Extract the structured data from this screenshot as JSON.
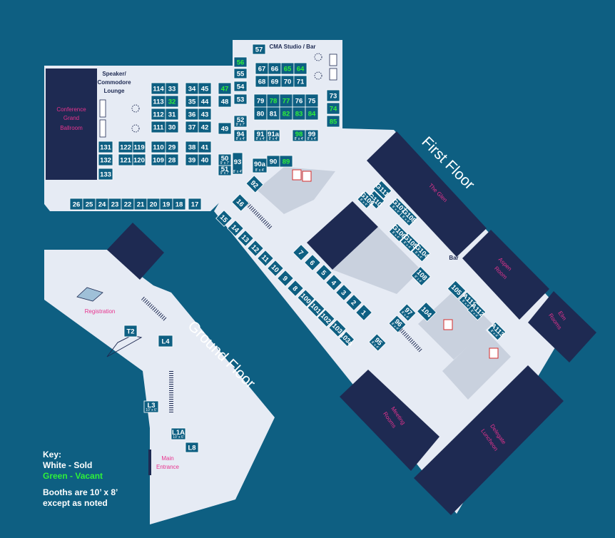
{
  "floors": {
    "first": "First Floor",
    "ground": "Ground Floor"
  },
  "rooms": {
    "conference": [
      "Conference",
      "Grand",
      "Ballroom"
    ],
    "speaker": [
      "Speaker/",
      "Commodore",
      "Lounge"
    ],
    "cma": "CMA Studio / Bar",
    "glen": "The Glen",
    "aspen": [
      "Aspen",
      "Room"
    ],
    "elm": [
      "Elm",
      "Rooms"
    ],
    "meeting": [
      "Meeting",
      "Rooms"
    ],
    "delegate": [
      "Delegate",
      "Luncheon"
    ],
    "registration": "Registration",
    "main_entrance": [
      "Main",
      "Entrance"
    ],
    "bar": "Bar"
  },
  "colors": {
    "background": "#0e5f82",
    "floor": "#e6ebf4",
    "room": "#1e2a52",
    "sold": "#ffffff",
    "vacant": "#2ef03a",
    "label": "#e8338e"
  },
  "booths": [
    {
      "id": "57",
      "status": "sold"
    },
    {
      "id": "56",
      "status": "vacant"
    },
    {
      "id": "55",
      "status": "sold"
    },
    {
      "id": "54",
      "status": "sold"
    },
    {
      "id": "53",
      "status": "sold"
    },
    {
      "id": "67",
      "status": "sold"
    },
    {
      "id": "66",
      "status": "sold"
    },
    {
      "id": "65",
      "status": "vacant"
    },
    {
      "id": "64",
      "status": "vacant"
    },
    {
      "id": "68",
      "status": "sold"
    },
    {
      "id": "69",
      "status": "sold"
    },
    {
      "id": "70",
      "status": "sold"
    },
    {
      "id": "71",
      "status": "sold"
    },
    {
      "id": "79",
      "status": "sold"
    },
    {
      "id": "78",
      "status": "vacant"
    },
    {
      "id": "77",
      "status": "vacant"
    },
    {
      "id": "76",
      "status": "sold"
    },
    {
      "id": "75",
      "status": "sold"
    },
    {
      "id": "80",
      "status": "sold"
    },
    {
      "id": "81",
      "status": "sold"
    },
    {
      "id": "82",
      "status": "vacant"
    },
    {
      "id": "83",
      "status": "vacant"
    },
    {
      "id": "84",
      "status": "vacant"
    },
    {
      "id": "73",
      "status": "sold"
    },
    {
      "id": "74",
      "status": "vacant"
    },
    {
      "id": "85",
      "status": "vacant"
    },
    {
      "id": "114",
      "status": "sold"
    },
    {
      "id": "33",
      "status": "sold"
    },
    {
      "id": "34",
      "status": "sold"
    },
    {
      "id": "45",
      "status": "sold"
    },
    {
      "id": "47",
      "status": "vacant"
    },
    {
      "id": "113",
      "status": "sold"
    },
    {
      "id": "32",
      "status": "vacant"
    },
    {
      "id": "35",
      "status": "sold"
    },
    {
      "id": "44",
      "status": "sold"
    },
    {
      "id": "48",
      "status": "sold"
    },
    {
      "id": "112",
      "status": "sold"
    },
    {
      "id": "31",
      "status": "sold"
    },
    {
      "id": "36",
      "status": "sold"
    },
    {
      "id": "43",
      "status": "sold"
    },
    {
      "id": "111",
      "status": "sold"
    },
    {
      "id": "30",
      "status": "sold"
    },
    {
      "id": "37",
      "status": "sold"
    },
    {
      "id": "42",
      "status": "sold"
    },
    {
      "id": "49",
      "status": "sold"
    },
    {
      "id": "52",
      "status": "sold",
      "size": "9' x 7'"
    },
    {
      "id": "94",
      "status": "sold",
      "size": "8' x 4'"
    },
    {
      "id": "91",
      "status": "sold",
      "size": "8' x 4'"
    },
    {
      "id": "91a",
      "status": "sold",
      "size": "8' x 4'"
    },
    {
      "id": "98",
      "status": "vacant",
      "size": "8' x 4'"
    },
    {
      "id": "99",
      "status": "sold",
      "size": "8' x 4'"
    },
    {
      "id": "131",
      "status": "sold"
    },
    {
      "id": "122",
      "status": "sold"
    },
    {
      "id": "119",
      "status": "sold"
    },
    {
      "id": "110",
      "status": "sold"
    },
    {
      "id": "29",
      "status": "sold"
    },
    {
      "id": "38",
      "status": "sold"
    },
    {
      "id": "41",
      "status": "sold"
    },
    {
      "id": "132",
      "status": "sold"
    },
    {
      "id": "121",
      "status": "sold"
    },
    {
      "id": "120",
      "status": "sold"
    },
    {
      "id": "109",
      "status": "sold"
    },
    {
      "id": "28",
      "status": "sold"
    },
    {
      "id": "39",
      "status": "sold"
    },
    {
      "id": "40",
      "status": "sold"
    },
    {
      "id": "50",
      "status": "sold",
      "size": "9' x 7'"
    },
    {
      "id": "51",
      "status": "sold",
      "size": "9' x 7'"
    },
    {
      "id": "93",
      "status": "sold",
      "size": "8' x 4'"
    },
    {
      "id": "90a",
      "status": "sold",
      "size": "8' x 4'"
    },
    {
      "id": "90",
      "status": "sold"
    },
    {
      "id": "89",
      "status": "vacant"
    },
    {
      "id": "133",
      "status": "sold"
    },
    {
      "id": "26",
      "status": "sold"
    },
    {
      "id": "25",
      "status": "sold"
    },
    {
      "id": "24",
      "status": "sold"
    },
    {
      "id": "23",
      "status": "sold"
    },
    {
      "id": "22",
      "status": "sold"
    },
    {
      "id": "21",
      "status": "sold"
    },
    {
      "id": "20",
      "status": "sold"
    },
    {
      "id": "19",
      "status": "sold"
    },
    {
      "id": "18",
      "status": "sold"
    },
    {
      "id": "17",
      "status": "sold"
    },
    {
      "id": "92",
      "status": "sold"
    },
    {
      "id": "16",
      "status": "sold"
    },
    {
      "id": "15",
      "status": "sold"
    },
    {
      "id": "14",
      "status": "sold"
    },
    {
      "id": "13",
      "status": "sold"
    },
    {
      "id": "12",
      "status": "sold"
    },
    {
      "id": "11",
      "status": "sold"
    },
    {
      "id": "10",
      "status": "sold"
    },
    {
      "id": "9",
      "status": "sold"
    },
    {
      "id": "8",
      "status": "sold"
    },
    {
      "id": "100",
      "status": "sold"
    },
    {
      "id": "101",
      "status": "sold"
    },
    {
      "id": "102",
      "status": "sold"
    },
    {
      "id": "103",
      "status": "sold"
    },
    {
      "id": "103a",
      "status": "sold"
    },
    {
      "id": "7",
      "status": "sold"
    },
    {
      "id": "6",
      "status": "sold"
    },
    {
      "id": "5",
      "status": "sold"
    },
    {
      "id": "4",
      "status": "sold"
    },
    {
      "id": "3",
      "status": "sold"
    },
    {
      "id": "2",
      "status": "sold"
    },
    {
      "id": "1",
      "status": "sold"
    },
    {
      "id": "G111",
      "status": "sold"
    },
    {
      "id": "G110",
      "status": "sold"
    },
    {
      "id": "G109",
      "status": "sold",
      "size": "8' x 4'"
    },
    {
      "id": "G107",
      "status": "sold",
      "size": "8' x 4'"
    },
    {
      "id": "G108",
      "status": "sold",
      "size": "8' x 4'"
    },
    {
      "id": "G106",
      "status": "sold",
      "size": "8' x 4'"
    },
    {
      "id": "G105",
      "status": "sold",
      "size": "8' x 4'"
    },
    {
      "id": "G104",
      "status": "sold",
      "size": "8' x 4'"
    },
    {
      "id": "108",
      "status": "sold",
      "size": "8' x 4'"
    },
    {
      "id": "105",
      "status": "sold"
    },
    {
      "id": "A111",
      "status": "sold",
      "size": "8' x 4'"
    },
    {
      "id": "A112",
      "status": "sold",
      "size": "8' x 4'"
    },
    {
      "id": "A113",
      "status": "sold",
      "size": "8' x 4'"
    },
    {
      "id": "97",
      "status": "sold",
      "size": "8' x 4'"
    },
    {
      "id": "104",
      "status": "sold"
    },
    {
      "id": "96",
      "status": "sold",
      "size": "8' x 4'"
    },
    {
      "id": "95",
      "status": "sold",
      "size": "8' x 4'"
    },
    {
      "id": "T2",
      "status": "sold"
    },
    {
      "id": "L4",
      "status": "sold"
    },
    {
      "id": "L3",
      "status": "sold",
      "size": "10' x 6'"
    },
    {
      "id": "L1A",
      "status": "sold",
      "size": "10' x 6'"
    },
    {
      "id": "L8",
      "status": "sold"
    }
  ],
  "key": {
    "title": "Key:",
    "sold": "White - Sold",
    "vacant": "Green - Vacant",
    "note_line1": "Booths are 10’ x 8’",
    "note_line2": "except as noted"
  }
}
